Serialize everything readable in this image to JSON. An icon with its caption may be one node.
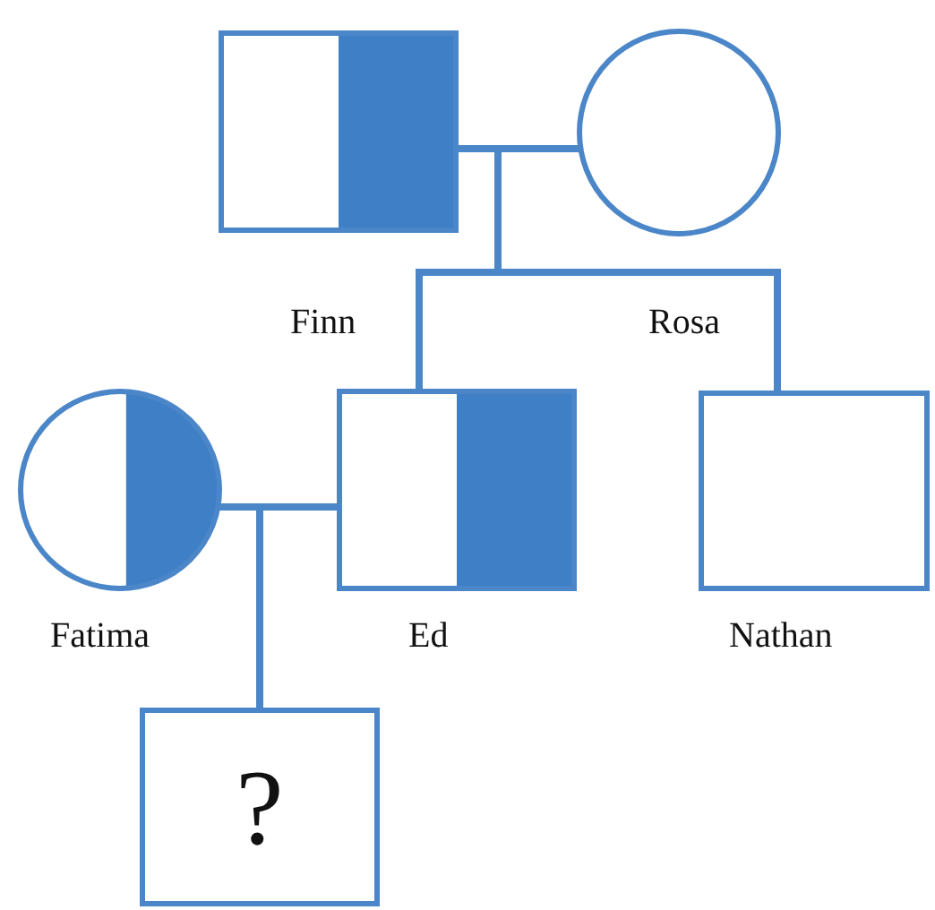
{
  "diagram": {
    "nodes": [
      {
        "text": [],
        "shape": "box",
        "beside": [
          "Finn"
        ]
      },
      {
        "text": [],
        "shape": "circle",
        "beside": [
          "Rosa"
        ]
      },
      {
        "text": [],
        "shape": "circle",
        "beside": [
          "Fatima"
        ]
      },
      {
        "text": [],
        "shape": "box",
        "beside": [
          "Ed"
        ]
      },
      {
        "text": [],
        "shape": "box",
        "beside": [
          "Nathan"
        ]
      },
      {
        "text": [
          "?"
        ]
      }
    ],
    "edges": [
      {
        "from": 0,
        "to": 1,
        "arrow": "none"
      },
      {
        "from": 0,
        "to": 3,
        "arrow": "none"
      },
      {
        "from": 1,
        "to": 3,
        "arrow": "none"
      },
      {
        "from": 0,
        "to": 4,
        "arrow": "none"
      },
      {
        "from": 1,
        "to": 4,
        "arrow": "none"
      },
      {
        "from": 2,
        "to": 3,
        "arrow": "none"
      },
      {
        "from": 2,
        "to": 5,
        "arrow": "none"
      },
      {
        "from": 3,
        "to": 5,
        "arrow": "none"
      }
    ]
  }
}
